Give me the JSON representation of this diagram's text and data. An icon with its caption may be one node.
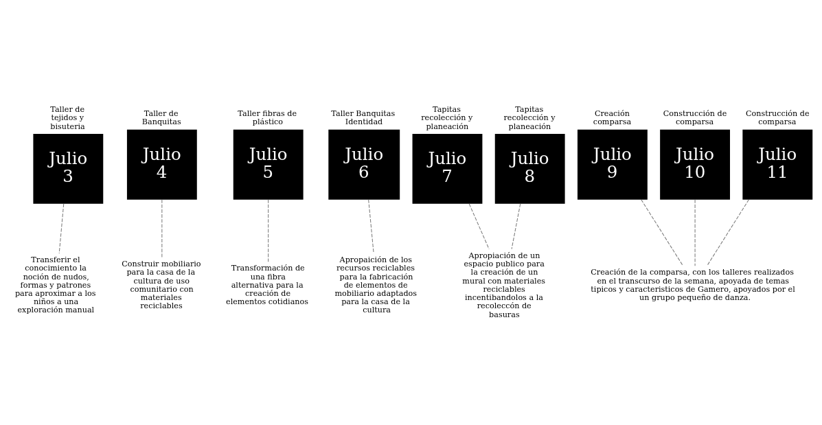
{
  "diagram": {
    "nodes": [
      {
        "text": [
          "Taller de tejidos y bisuteria",
          "Julio 3"
        ]
      },
      {
        "text": [
          "Taller de Banquitas",
          "Julio 4"
        ]
      },
      {
        "text": [
          "Taller fibras de plástico",
          "Julio 5"
        ]
      },
      {
        "text": [
          "Taller Banquitas Identidad",
          "Julio 6"
        ]
      },
      {
        "text": [
          "Tapitas recolección y planeación",
          "Julio 7"
        ]
      },
      {
        "text": [
          "Tapitas recolección y planeación",
          "Julio 8"
        ]
      },
      {
        "text": [
          "Creación comparsa",
          "Julio 9"
        ]
      },
      {
        "text": [
          "Construcción de comparsa",
          "Julio 10"
        ]
      },
      {
        "text": [
          "Construcción de comparsa",
          "Julio 11"
        ]
      },
      {
        "text": [
          "Transferir el conocimiento la noción de nudos, formas y patrones para aproximar a los niños a una exploración manual"
        ]
      },
      {
        "text": [
          "Construir mobiliario para la casa de la cultura de uso comunitario con materiales reciclables"
        ]
      },
      {
        "text": [
          "Transformación de una fibra alternativa para la creación de elementos cotidianos"
        ]
      },
      {
        "text": [
          "Apropaición de los recursos reciclables para la fabricación de elementos de mobiliario adaptados para la casa de la cultura"
        ]
      },
      {
        "text": [
          "Apropiación de un espacio publico para la creación de un mural con materiales reciclables incentibandolos a la recoleccón de basuras"
        ]
      },
      {
        "text": [
          "Creación de la comparsa, con los talleres realizados en el transcurso de la semana, apoyada de temas tipicos y caracteristicos de Gamero, apoyados por el un grupo pequeño de danza."
        ]
      }
    ],
    "edges": [
      {
        "from": 0,
        "to": 9,
        "arrow": "none",
        "style": "dashed"
      },
      {
        "from": 1,
        "to": 10,
        "arrow": "none",
        "style": "dashed"
      },
      {
        "from": 2,
        "to": 11,
        "arrow": "none",
        "style": "dashed"
      },
      {
        "from": 3,
        "to": 12,
        "arrow": "none",
        "style": "dashed"
      },
      {
        "from": 4,
        "to": 13,
        "arrow": "none",
        "style": "dashed"
      },
      {
        "from": 5,
        "to": 13,
        "arrow": "none",
        "style": "dashed"
      },
      {
        "from": 6,
        "to": 14,
        "arrow": "none",
        "style": "dashed"
      },
      {
        "from": 7,
        "to": 14,
        "arrow": "none",
        "style": "dashed"
      },
      {
        "from": 8,
        "to": 14,
        "arrow": "none",
        "style": "dashed"
      }
    ]
  }
}
